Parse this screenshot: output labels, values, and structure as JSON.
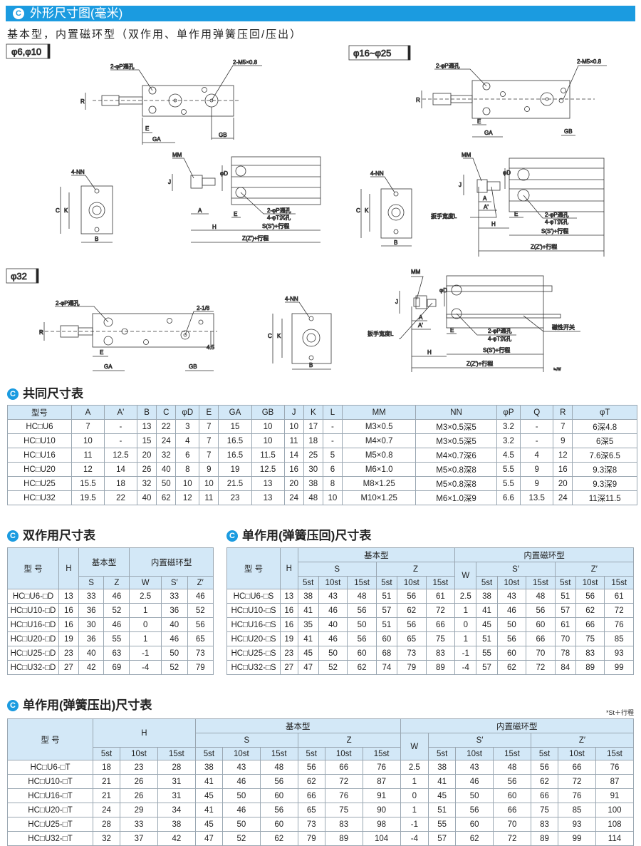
{
  "banner": {
    "icon": "C",
    "title": "外形尺寸图(毫米)"
  },
  "subtitle": "基本型，内置磁环型（双作用、单作用弹簧压回/压出）",
  "drawings": {
    "d1": {
      "tag": "φ6,φ10",
      "p_hole": "2-φP通孔",
      "port": "2-M5×0.8",
      "R": "R",
      "E": "E",
      "GA": "GA",
      "GB": "GB",
      "nn": "4-NN",
      "C": "C",
      "K": "K",
      "B": "B",
      "MM": "MM",
      "J": "J",
      "D": "φD",
      "A": "A",
      "H": "H",
      "E2": "E",
      "p2": "2-φP通孔",
      "t": "4-φT沉孔",
      "S": "S(S')+行程",
      "Z": "Z(Z')+行程"
    },
    "d2": {
      "tag": "φ16~φ25",
      "p_hole": "2-φP通孔",
      "port": "2-M5×0.8",
      "R": "R",
      "E": "E",
      "GA": "GA",
      "GB": "GB",
      "nn": "4-NN",
      "C": "C",
      "K": "K",
      "B": "B",
      "MM": "MM",
      "J": "J",
      "D": "φD",
      "A": "A",
      "A2": "A'",
      "L": "扳手宽度L",
      "H": "H",
      "E2": "E",
      "p2": "2-φP通孔",
      "t": "4-φT沉孔",
      "S": "S(S')+行程",
      "Z": "Z(Z')+行程"
    },
    "d3": {
      "tag": "φ32",
      "p_hole": "2-φP通孔",
      "port": "2-1/8",
      "R": "R",
      "E": "E",
      "GA": "GA",
      "GB": "GB",
      "h45": "4.5",
      "nn": "4-NN",
      "C": "C",
      "K": "K",
      "B": "B",
      "MM": "MM",
      "J": "J",
      "D": "φD",
      "A": "A",
      "A2": "A'",
      "L": "扳手宽度L",
      "H": "H",
      "E2": "E",
      "p2": "2-φP通孔",
      "t": "4-φT沉孔",
      "S": "S(S')+行程",
      "Z": "Z(Z')+行程",
      "switch": "磁性开关",
      "w": "≒W"
    }
  },
  "common": {
    "title": "共同尺寸表",
    "headers": [
      "型号",
      "A",
      "A'",
      "B",
      "C",
      "φD",
      "E",
      "GA",
      "GB",
      "J",
      "K",
      "L",
      "MM",
      "NN",
      "φP",
      "Q",
      "R",
      "φT"
    ],
    "rows": [
      [
        "HC□U6",
        "7",
        "-",
        "13",
        "22",
        "3",
        "7",
        "15",
        "10",
        "10",
        "17",
        "-",
        "M3×0.5",
        "M3×0.5深5",
        "3.2",
        "-",
        "7",
        "6深4.8"
      ],
      [
        "HC□U10",
        "10",
        "-",
        "15",
        "24",
        "4",
        "7",
        "16.5",
        "10",
        "11",
        "18",
        "-",
        "M4×0.7",
        "M3×0.5深5",
        "3.2",
        "-",
        "9",
        "6深5"
      ],
      [
        "HC□U16",
        "11",
        "12.5",
        "20",
        "32",
        "6",
        "7",
        "16.5",
        "11.5",
        "14",
        "25",
        "5",
        "M5×0.8",
        "M4×0.7深6",
        "4.5",
        "4",
        "12",
        "7.6深6.5"
      ],
      [
        "HC□U20",
        "12",
        "14",
        "26",
        "40",
        "8",
        "9",
        "19",
        "12.5",
        "16",
        "30",
        "6",
        "M6×1.0",
        "M5×0.8深8",
        "5.5",
        "9",
        "16",
        "9.3深8"
      ],
      [
        "HC□U25",
        "15.5",
        "18",
        "32",
        "50",
        "10",
        "10",
        "21.5",
        "13",
        "20",
        "38",
        "8",
        "M8×1.25",
        "M5×0.8深8",
        "5.5",
        "9",
        "20",
        "9.3深9"
      ],
      [
        "HC□U32",
        "19.5",
        "22",
        "40",
        "62",
        "12",
        "11",
        "23",
        "13",
        "24",
        "48",
        "10",
        "M10×1.25",
        "M6×1.0深9",
        "6.6",
        "13.5",
        "24",
        "11深11.5"
      ]
    ]
  },
  "double": {
    "title": "双作用尺寸表",
    "h_model": "型 号",
    "h_H": "H",
    "h_basic": "基本型",
    "h_mag": "内置磁环型",
    "sub": [
      "S",
      "Z",
      "W",
      "S′",
      "Z′"
    ],
    "rows": [
      [
        "HC□U6-□D",
        "13",
        "33",
        "46",
        "2.5",
        "33",
        "46"
      ],
      [
        "HC□U10-□D",
        "16",
        "36",
        "52",
        "1",
        "36",
        "52"
      ],
      [
        "HC□U16-□D",
        "16",
        "30",
        "46",
        "0",
        "40",
        "56"
      ],
      [
        "HC□U20-□D",
        "19",
        "36",
        "55",
        "1",
        "46",
        "65"
      ],
      [
        "HC□U25-□D",
        "23",
        "40",
        "63",
        "-1",
        "50",
        "73"
      ],
      [
        "HC□U32-□D",
        "27",
        "42",
        "69",
        "-4",
        "52",
        "79"
      ]
    ]
  },
  "single_ret": {
    "title": "单作用(弹簧压回)尺寸表",
    "h_model": "型 号",
    "h_H": "H",
    "h_basic": "基本型",
    "h_mag": "内置磁环型",
    "h_S": "S",
    "h_Z": "Z",
    "h_W": "W",
    "h_S2": "S′",
    "h_Z2": "Z′",
    "st": [
      "5st",
      "10st",
      "15st"
    ],
    "rows": [
      [
        "HC□U6-□S",
        "13",
        "38",
        "43",
        "48",
        "51",
        "56",
        "61",
        "2.5",
        "38",
        "43",
        "48",
        "51",
        "56",
        "61"
      ],
      [
        "HC□U10-□S",
        "16",
        "41",
        "46",
        "56",
        "57",
        "62",
        "72",
        "1",
        "41",
        "46",
        "56",
        "57",
        "62",
        "72"
      ],
      [
        "HC□U16-□S",
        "16",
        "35",
        "40",
        "50",
        "51",
        "56",
        "66",
        "0",
        "45",
        "50",
        "60",
        "61",
        "66",
        "76"
      ],
      [
        "HC□U20-□S",
        "19",
        "41",
        "46",
        "56",
        "60",
        "65",
        "75",
        "1",
        "51",
        "56",
        "66",
        "70",
        "75",
        "85"
      ],
      [
        "HC□U25-□S",
        "23",
        "45",
        "50",
        "60",
        "68",
        "73",
        "83",
        "-1",
        "55",
        "60",
        "70",
        "78",
        "83",
        "93"
      ],
      [
        "HC□U32-□S",
        "27",
        "47",
        "52",
        "62",
        "74",
        "79",
        "89",
        "-4",
        "57",
        "62",
        "72",
        "84",
        "89",
        "99"
      ]
    ]
  },
  "single_ext": {
    "title": "单作用(弹簧压出)尺寸表",
    "note": "*St＋行程",
    "h_model": "型 号",
    "h_H": "H",
    "h_basic": "基本型",
    "h_mag": "内置磁环型",
    "h_S": "S",
    "h_Z": "Z",
    "h_W": "W",
    "h_S2": "S′",
    "h_Z2": "Z′",
    "st": [
      "5st",
      "10st",
      "15st"
    ],
    "rows": [
      [
        "HC□U6-□T",
        "18",
        "23",
        "28",
        "38",
        "43",
        "48",
        "56",
        "66",
        "76",
        "2.5",
        "38",
        "43",
        "48",
        "56",
        "66",
        "76"
      ],
      [
        "HC□U10-□T",
        "21",
        "26",
        "31",
        "41",
        "46",
        "56",
        "62",
        "72",
        "87",
        "1",
        "41",
        "46",
        "56",
        "62",
        "72",
        "87"
      ],
      [
        "HC□U16-□T",
        "21",
        "26",
        "31",
        "45",
        "50",
        "60",
        "66",
        "76",
        "91",
        "0",
        "45",
        "50",
        "60",
        "66",
        "76",
        "91"
      ],
      [
        "HC□U20-□T",
        "24",
        "29",
        "34",
        "41",
        "46",
        "56",
        "65",
        "75",
        "90",
        "1",
        "51",
        "56",
        "66",
        "75",
        "85",
        "100"
      ],
      [
        "HC□U25-□T",
        "28",
        "33",
        "38",
        "45",
        "50",
        "60",
        "73",
        "83",
        "98",
        "-1",
        "55",
        "60",
        "70",
        "83",
        "93",
        "108"
      ],
      [
        "HC□U32-□T",
        "32",
        "37",
        "42",
        "47",
        "52",
        "62",
        "79",
        "89",
        "104",
        "-4",
        "57",
        "62",
        "72",
        "89",
        "99",
        "114"
      ]
    ]
  }
}
